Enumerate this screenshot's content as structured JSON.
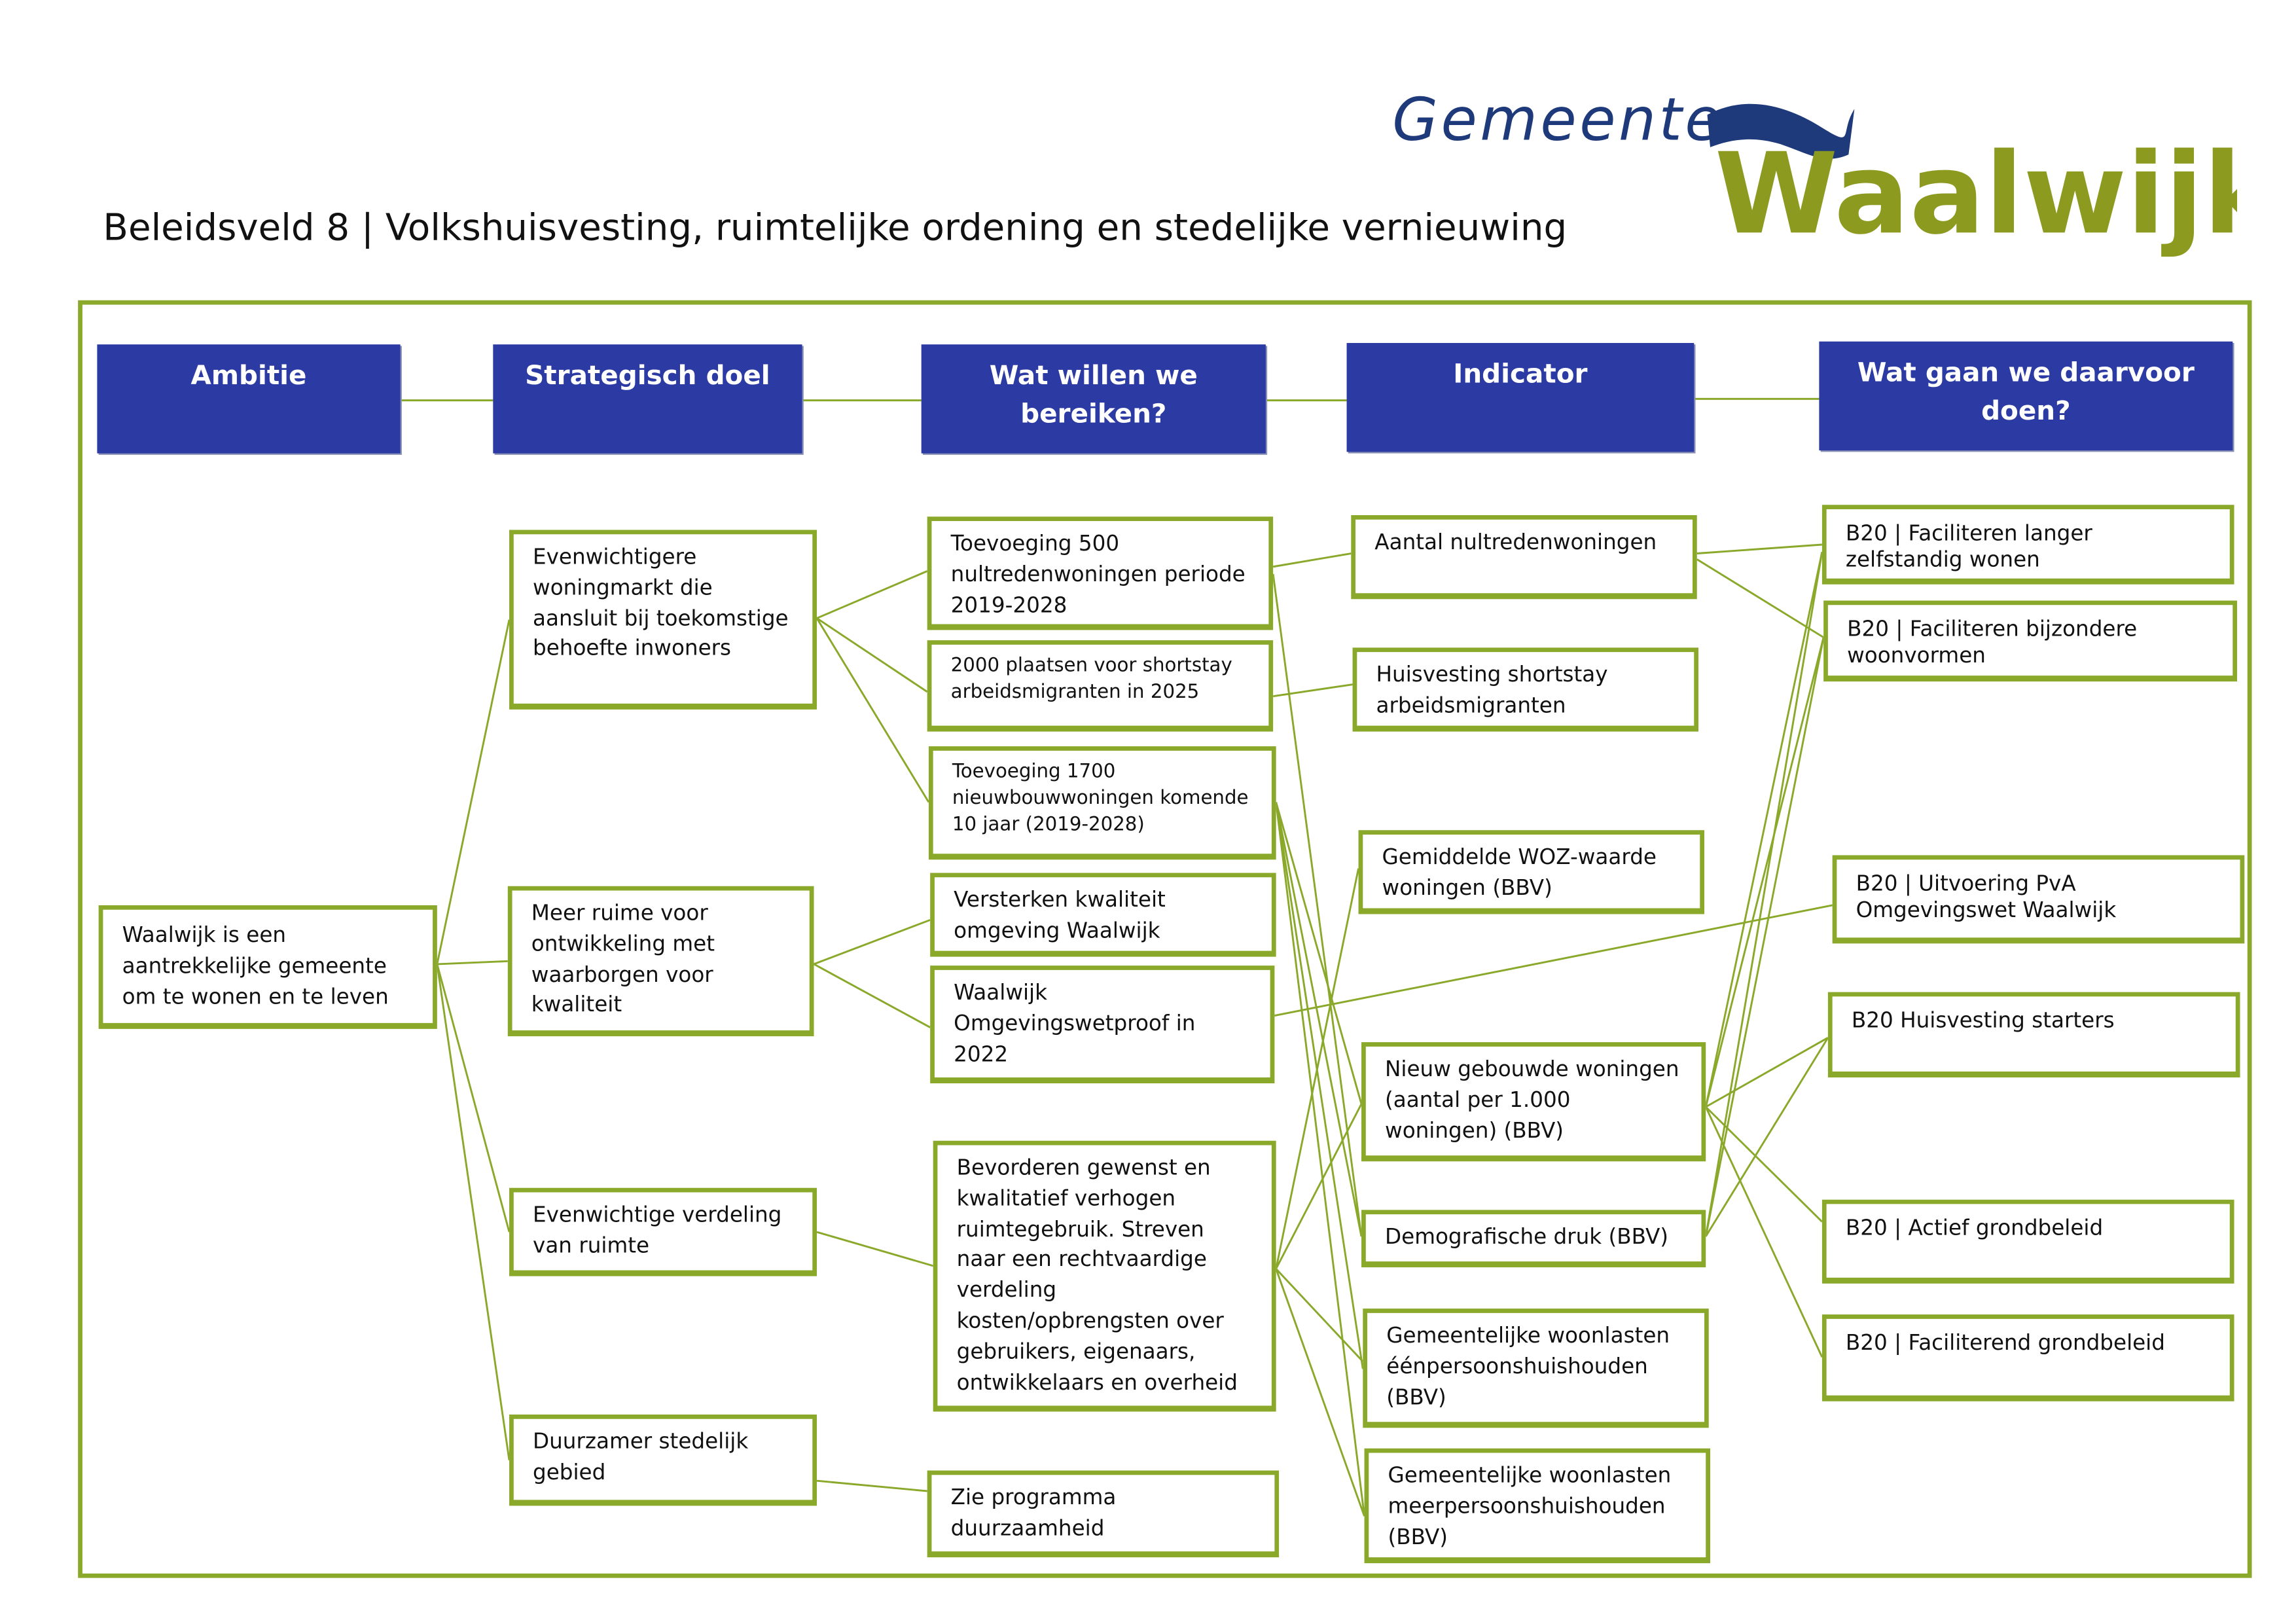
{
  "logo": {
    "text_top": "Gemeente",
    "text_main": "Waalwijk",
    "colors": {
      "blue": "#1e3a7b",
      "green": "#8c9a1f",
      "light_green": "#c8cb86"
    }
  },
  "title": "Beleidsveld 8 | Volkshuisvesting, ruimtelijke ordening en stedelijke vernieuwing",
  "colors": {
    "header_bg": "#2c3aa3",
    "accent_green": "#8aa82a"
  },
  "headers": [
    "Ambitie",
    "Strategisch doel",
    "Wat willen we bereiken?",
    "Indicator",
    "Wat gaan we daarvoor doen?"
  ],
  "ambitie": [
    "Waalwijk is een aantrekkelijke gemeente om te wonen en te leven"
  ],
  "doelen": [
    "Evenwichtigere woningmarkt die aansluit bij toekomstige behoefte inwoners",
    "Meer ruime voor ontwikkeling met waarborgen voor kwaliteit",
    "Evenwichtige verdeling van ruimte",
    "Duurzamer stedelijk gebied"
  ],
  "bereiken": [
    "Toevoeging 500 nultredenwoningen periode 2019-2028",
    "2000 plaatsen voor shortstay arbeidsmigranten in 2025",
    "Toevoeging 1700 nieuwbouwwoningen komende 10 jaar (2019-2028)",
    "Versterken kwaliteit omgeving Waalwijk",
    "Waalwijk Omgevingswetproof in 2022",
    "Bevorderen gewenst en kwalitatief verhogen ruimtegebruik. Streven naar een rechtvaardige verdeling kosten/opbrengsten over gebruikers, eigenaars, ontwikkelaars en overheid",
    "Zie programma duurzaamheid"
  ],
  "indicatoren": [
    "Aantal nultredenwoningen",
    "Huisvesting shortstay arbeidsmigranten",
    "Gemiddelde WOZ-waarde woningen (BBV)",
    "Nieuw gebouwde woningen (aantal per 1.000 woningen) (BBV)",
    "Demografische druk (BBV)",
    "Gemeentelijke woonlasten éénpersoonshuishouden (BBV)",
    "Gemeentelijke woonlasten meerpersoonshuishouden (BBV)"
  ],
  "acties": [
    "B20 | Faciliteren langer zelfstandig wonen",
    "B20 | Faciliteren bijzondere woonvormen",
    "B20 | Uitvoering PvA Omgevingswet Waalwijk",
    "B20 Huisvesting starters",
    "B20 | Actief grondbeleid",
    "B20 | Faciliterend grondbeleid"
  ]
}
